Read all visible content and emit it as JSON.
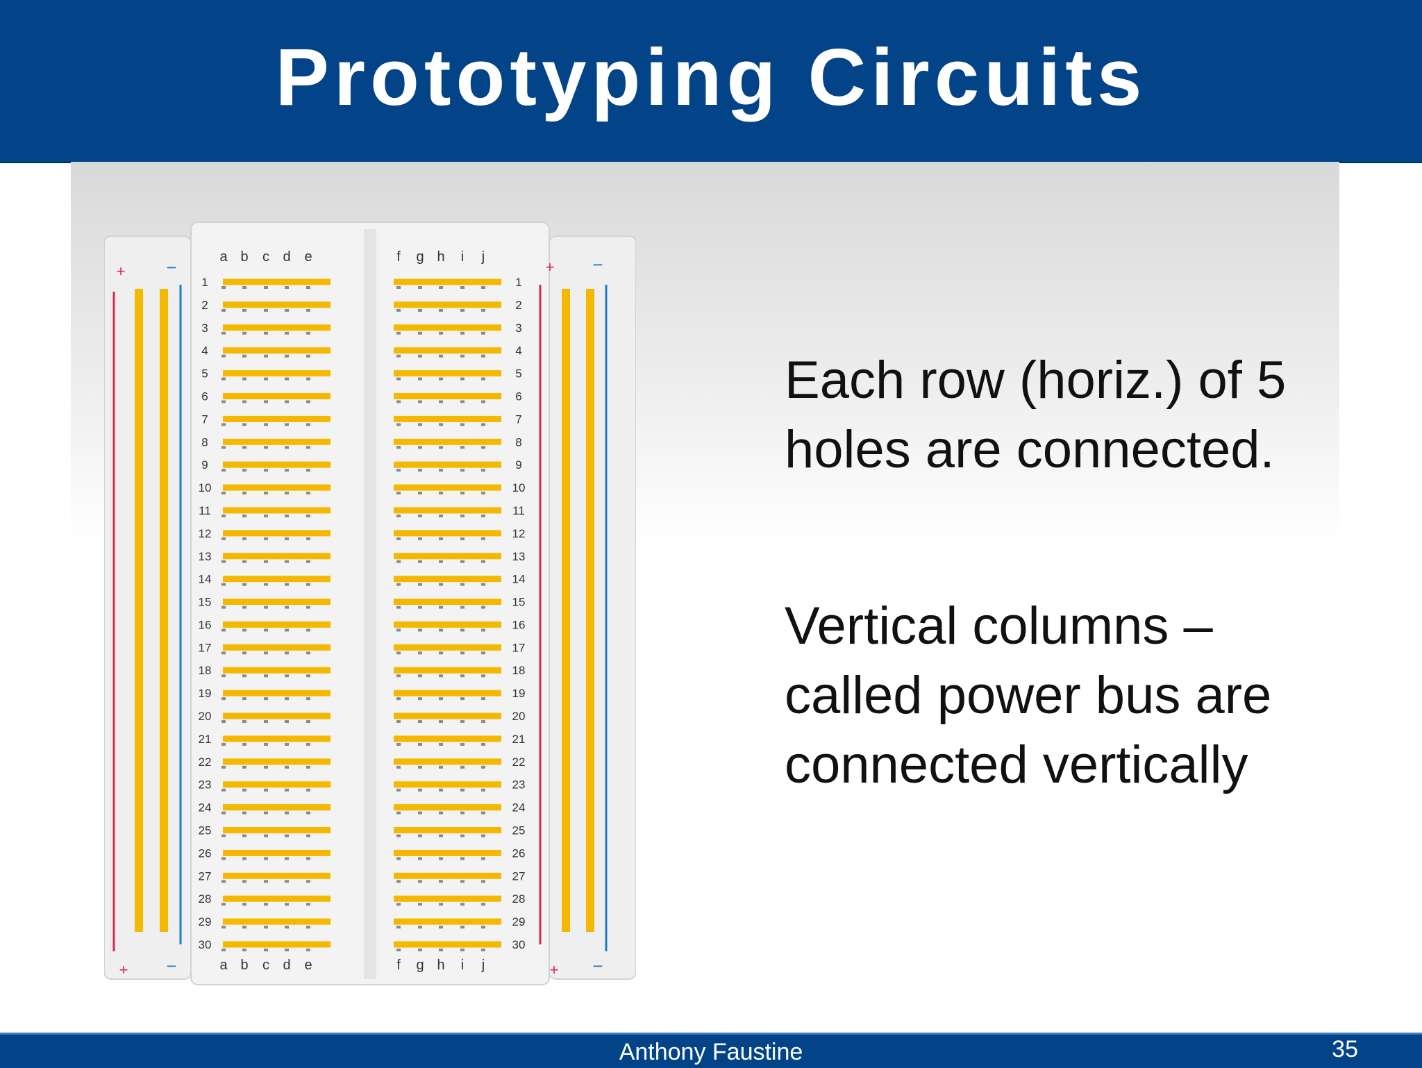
{
  "slide": {
    "title": "Prototyping Circuits",
    "paragraph1": [
      "Each row (horiz.) of 5",
      "holes are connected."
    ],
    "paragraph2": [
      "Vertical columns –",
      "called power bus are",
      "connected vertically"
    ]
  },
  "breadboard": {
    "col_letters_left": [
      "a",
      "b",
      "c",
      "d",
      "e"
    ],
    "col_letters_right": [
      "f",
      "g",
      "h",
      "i",
      "j"
    ],
    "plus_sign": "+",
    "minus_sign": "−",
    "row_count": 30,
    "colors": {
      "strip": "#f5b800",
      "plus_rail": "#d3294f",
      "minus_rail": "#1f7cc1",
      "board": "#efefef"
    }
  },
  "footer": {
    "author": "Anthony Faustine",
    "page_number": "35"
  },
  "colors": {
    "bar": "#034387",
    "text": "#111111"
  }
}
